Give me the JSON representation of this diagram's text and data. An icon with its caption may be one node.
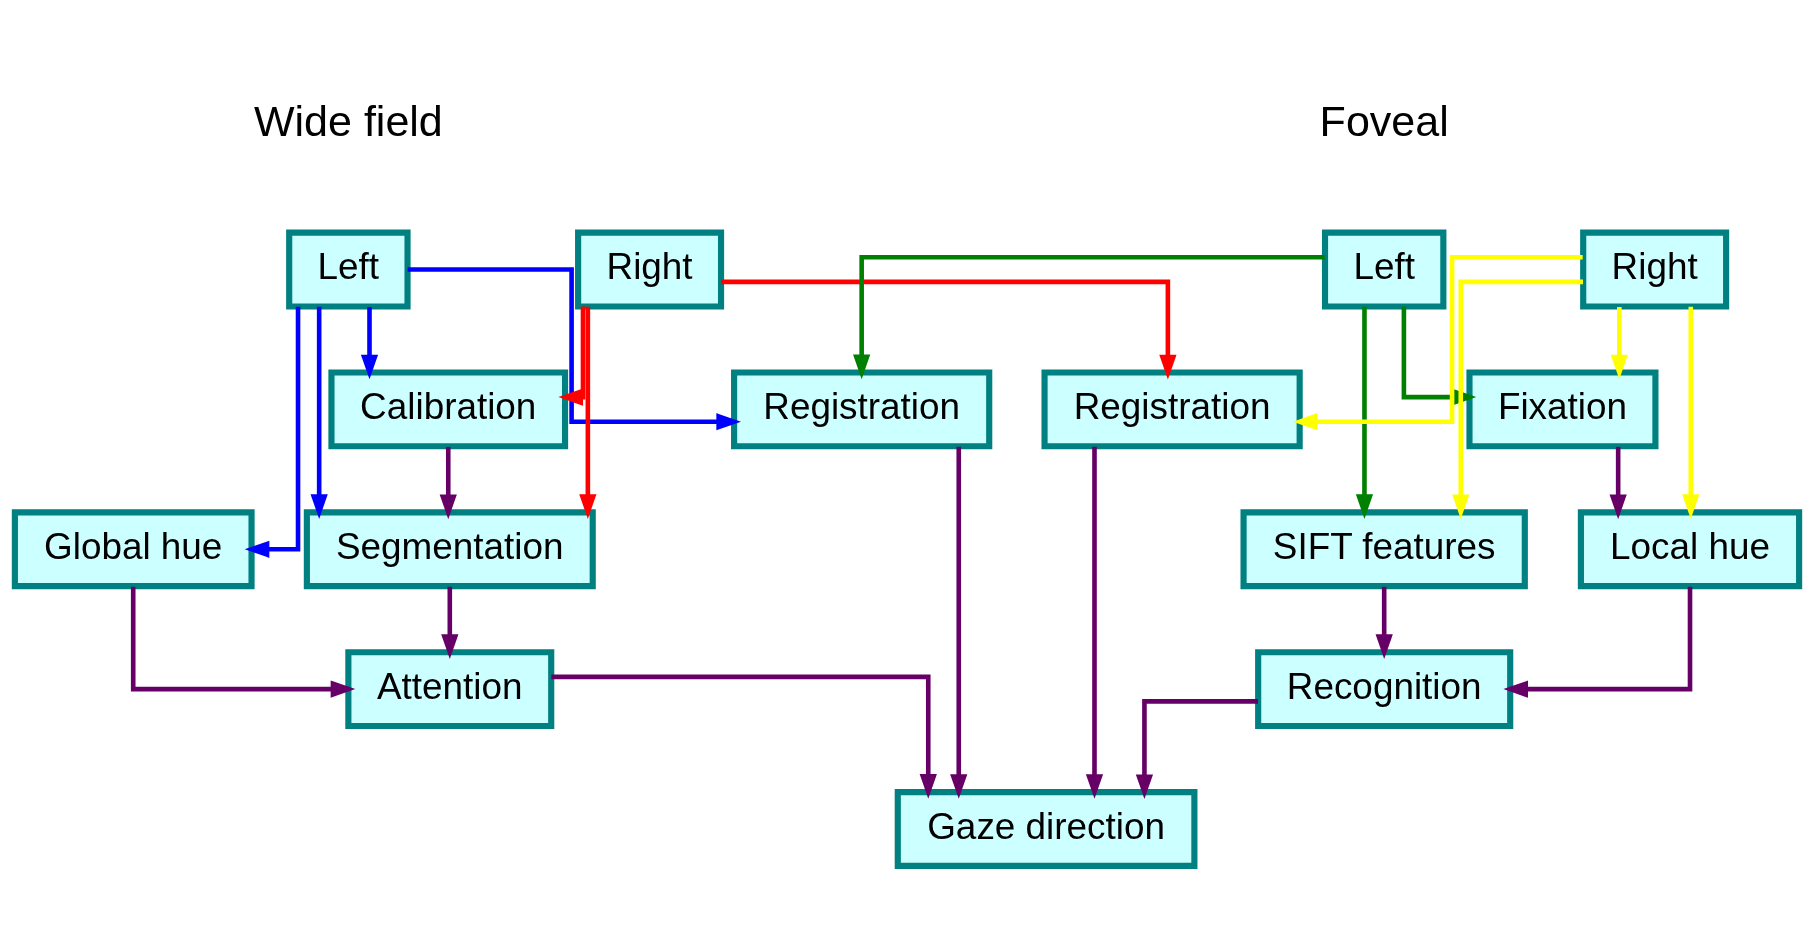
{
  "diagram": {
    "nodes": [
      {
        "text": [
          "Left"
        ]
      },
      {
        "text": [
          "Right"
        ]
      },
      {
        "text": [
          "Left"
        ]
      },
      {
        "text": [
          "Right"
        ]
      },
      {
        "text": [
          "Calibration"
        ]
      },
      {
        "text": [
          "Registration"
        ]
      },
      {
        "text": [
          "Registration"
        ]
      },
      {
        "text": [
          "Fixation"
        ]
      },
      {
        "text": [
          "Segmentation"
        ]
      },
      {
        "text": [
          "Global hue"
        ]
      },
      {
        "text": [
          "SIFT features"
        ]
      },
      {
        "text": [
          "Local hue"
        ]
      },
      {
        "text": [
          "Attention"
        ]
      },
      {
        "text": [
          "Recognition"
        ]
      },
      {
        "text": [
          "Gaze direction"
        ]
      }
    ],
    "edges": [
      {
        "from": 0,
        "to": 4,
        "arrow": "to",
        "color": "#0000ff"
      },
      {
        "from": 0,
        "to": 5,
        "arrow": "to",
        "color": "#0000ff"
      },
      {
        "from": 0,
        "to": 8,
        "arrow": "to",
        "color": "#0000ff"
      },
      {
        "from": 0,
        "to": 9,
        "arrow": "to",
        "color": "#0000ff"
      },
      {
        "from": 1,
        "to": 4,
        "arrow": "to",
        "color": "#ff0000"
      },
      {
        "from": 1,
        "to": 6,
        "arrow": "to",
        "color": "#ff0000"
      },
      {
        "from": 1,
        "to": 8,
        "arrow": "to",
        "color": "#ff0000"
      },
      {
        "from": 2,
        "to": 5,
        "arrow": "to",
        "color": "#008000"
      },
      {
        "from": 2,
        "to": 7,
        "arrow": "to",
        "color": "#008000"
      },
      {
        "from": 2,
        "to": 10,
        "arrow": "to",
        "color": "#008000"
      },
      {
        "from": 3,
        "to": 6,
        "arrow": "to",
        "color": "#ffff00"
      },
      {
        "from": 3,
        "to": 7,
        "arrow": "to",
        "color": "#ffff00"
      },
      {
        "from": 3,
        "to": 10,
        "arrow": "to",
        "color": "#ffff00"
      },
      {
        "from": 3,
        "to": 11,
        "arrow": "to",
        "color": "#ffff00"
      },
      {
        "from": 4,
        "to": 8,
        "arrow": "to"
      },
      {
        "from": 7,
        "to": 11,
        "arrow": "to"
      },
      {
        "from": 8,
        "to": 12,
        "arrow": "to"
      },
      {
        "from": 9,
        "to": 12,
        "arrow": "to"
      },
      {
        "from": 10,
        "to": 13,
        "arrow": "to"
      },
      {
        "from": 11,
        "to": 13,
        "arrow": "to"
      },
      {
        "from": 5,
        "to": 14,
        "arrow": "to"
      },
      {
        "from": 6,
        "to": 14,
        "arrow": "to"
      },
      {
        "from": 12,
        "to": 14,
        "arrow": "to"
      },
      {
        "from": 13,
        "to": 14,
        "arrow": "to"
      }
    ],
    "labels": [
      "Wide field",
      "Foveal"
    ]
  }
}
